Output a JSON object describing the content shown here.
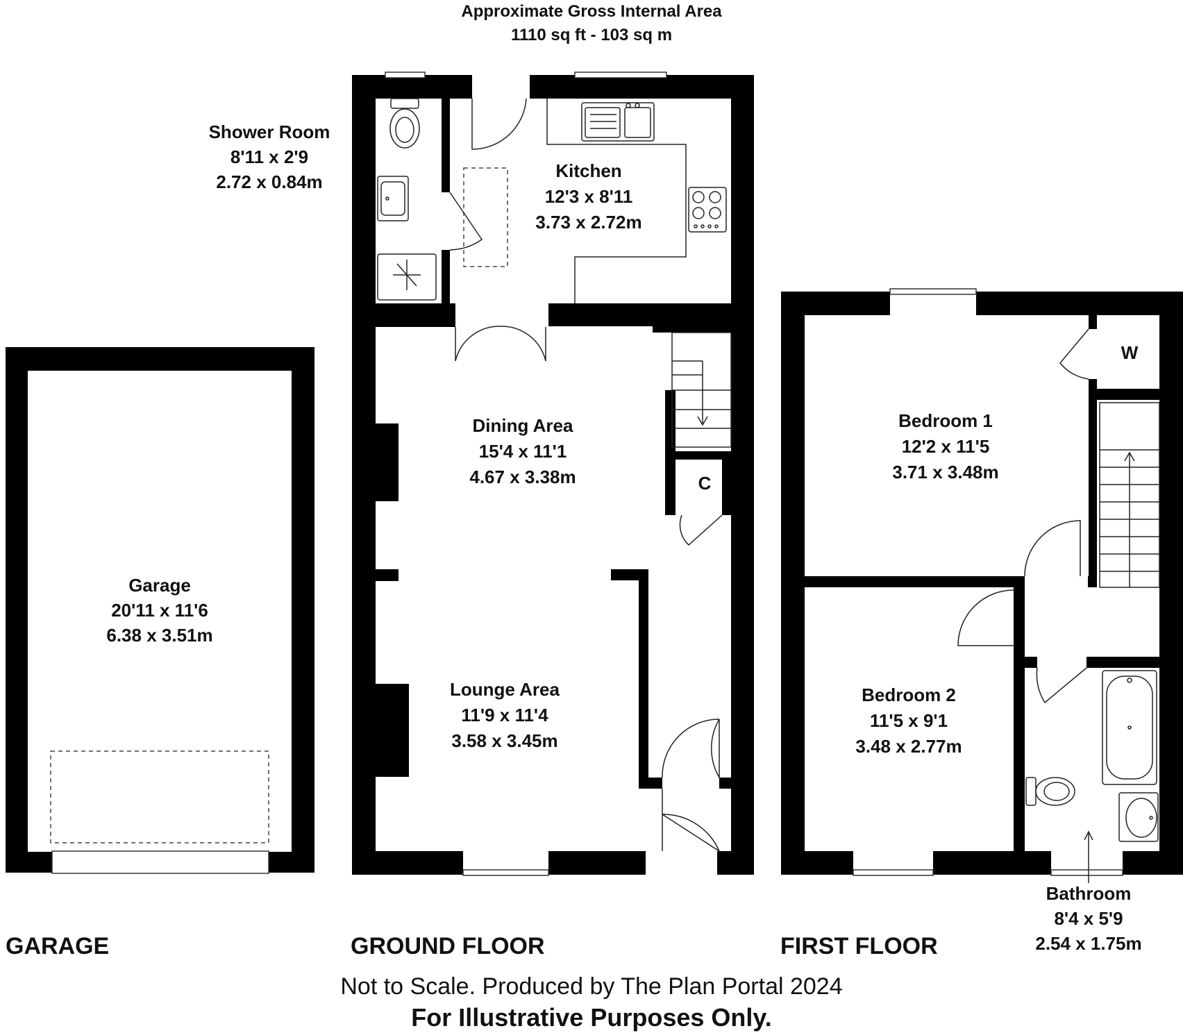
{
  "header": {
    "line1": "Approximate Gross Internal Area",
    "line2": "1110 sq ft - 103 sq m"
  },
  "rooms": {
    "shower_room": {
      "name": "Shower Room",
      "imperial": "8'11 x 2'9",
      "metric": "2.72 x 0.84m"
    },
    "kitchen": {
      "name": "Kitchen",
      "imperial": "12'3 x 8'11",
      "metric": "3.73 x 2.72m"
    },
    "dining": {
      "name": "Dining Area",
      "imperial": "15'4 x 11'1",
      "metric": "4.67 x 3.38m"
    },
    "lounge": {
      "name": "Lounge Area",
      "imperial": "11'9 x 11'4",
      "metric": "3.58 x 3.45m"
    },
    "garage": {
      "name": "Garage",
      "imperial": "20'11 x 11'6",
      "metric": "6.38 x 3.51m"
    },
    "bedroom1": {
      "name": "Bedroom 1",
      "imperial": "12'2 x 11'5",
      "metric": "3.71 x 3.48m"
    },
    "bedroom2": {
      "name": "Bedroom 2",
      "imperial": "11'5 x 9'1",
      "metric": "3.48 x 2.77m"
    },
    "bathroom": {
      "name": "Bathroom",
      "imperial": "8'4 x 5'9",
      "metric": "2.54 x 1.75m"
    },
    "cupboard": {
      "name": "C"
    },
    "wardrobe": {
      "name": "W"
    }
  },
  "floors": {
    "garage": "GARAGE",
    "ground": "GROUND FLOOR",
    "first": "FIRST FLOOR"
  },
  "footer": {
    "line1": "Not to Scale. Produced by The Plan Portal 2024",
    "line2": "For Illustrative Purposes Only."
  }
}
